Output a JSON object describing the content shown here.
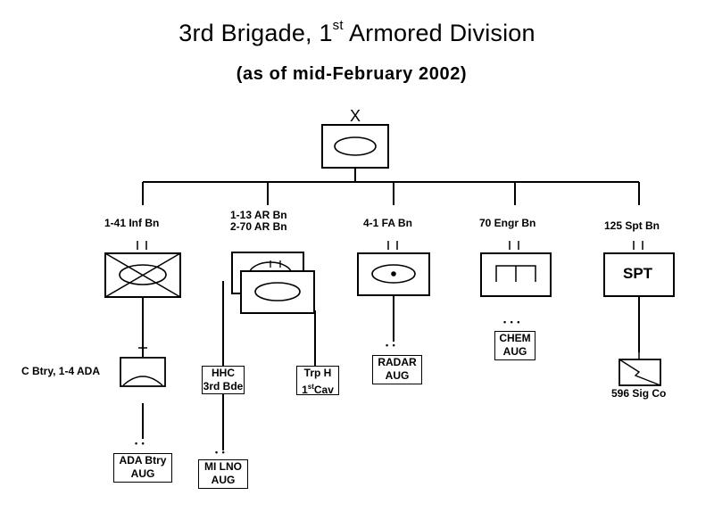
{
  "title_main": "3rd Brigade, 1",
  "title_sup": "st",
  "title_rest": " Armored Division",
  "subtitle": "(as of mid-February 2002)",
  "hq_echelon": "X",
  "units": {
    "inf": "1-41 Inf Bn",
    "ar_line1": "1-13 AR Bn",
    "ar_line2": "2-70 AR Bn",
    "fa": "4-1 FA Bn",
    "engr": "70 Engr Bn",
    "spt": "125 Spt Bn",
    "spt_symbol": "SPT",
    "ada_bty": "C Btry, 1-4 ADA",
    "hhc_line1": "HHC",
    "hhc_line2": "3rd Bde",
    "trp_line1": "Trp H",
    "trp_line2_num": "1",
    "trp_line2_sup": "st",
    "trp_line2_rest": "Cav",
    "radar_line1": "RADAR",
    "radar_line2": "AUG",
    "chem_line1": "CHEM",
    "chem_line2": "AUG",
    "sig": "596 Sig Co",
    "ada_aug_line1": "ADA Btry",
    "ada_aug_line2": "AUG",
    "milno_line1": "MI LNO",
    "milno_line2": "AUG"
  },
  "echelon_marks": {
    "team": "• •",
    "section": "• • •"
  }
}
